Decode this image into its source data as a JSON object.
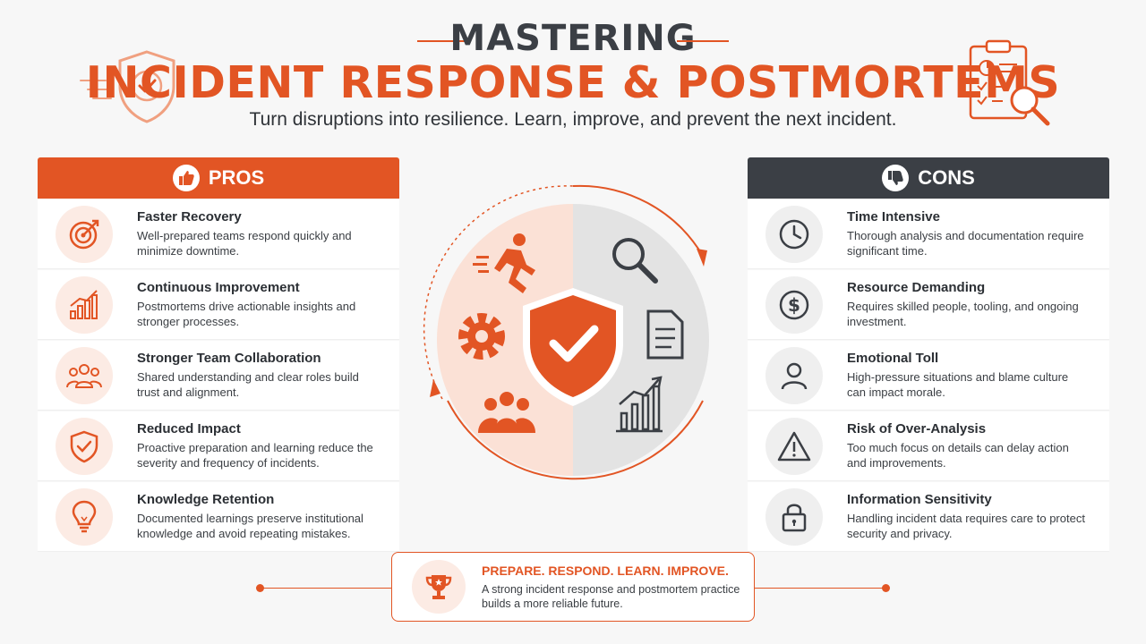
{
  "header": {
    "eyebrow": "MASTERING",
    "title": "INCIDENT RESPONSE & POSTMORTEMS",
    "subtitle": "Turn disruptions into resilience. Learn, improve, and prevent the next incident."
  },
  "colors": {
    "accent": "#e25524",
    "dark": "#3b3f45",
    "accent_tint": "#fcebe4",
    "gray_tint": "#efefef"
  },
  "pros": {
    "label": "PROS",
    "icon": "thumbs-up-icon",
    "items": [
      {
        "title": "Faster Recovery",
        "desc": "Well-prepared teams respond quickly and minimize downtime.",
        "icon": "target-icon"
      },
      {
        "title": "Continuous Improvement",
        "desc": "Postmortems drive actionable insights and stronger processes.",
        "icon": "growth-chart-icon"
      },
      {
        "title": "Stronger Team Collaboration",
        "desc": "Shared understanding and clear roles build trust and alignment.",
        "icon": "team-icon"
      },
      {
        "title": "Reduced Impact",
        "desc": "Proactive preparation and learning reduce the severity and frequency of incidents.",
        "icon": "shield-check-icon"
      },
      {
        "title": "Knowledge Retention",
        "desc": "Documented learnings preserve institutional knowledge and avoid repeating mistakes.",
        "icon": "lightbulb-icon"
      }
    ]
  },
  "cons": {
    "label": "CONS",
    "icon": "thumbs-down-icon",
    "items": [
      {
        "title": "Time Intensive",
        "desc": "Thorough analysis and documentation require significant time.",
        "icon": "clock-icon"
      },
      {
        "title": "Resource Demanding",
        "desc": "Requires skilled people, tooling, and ongoing investment.",
        "icon": "dollar-icon"
      },
      {
        "title": "Emotional Toll",
        "desc": "High-pressure situations and blame culture can impact morale.",
        "icon": "person-icon"
      },
      {
        "title": "Risk of Over-Analysis",
        "desc": "Too much focus on details can delay action and improvements.",
        "icon": "warning-icon"
      },
      {
        "title": "Information Sensitivity",
        "desc": "Handling incident data requires care to protect security and privacy.",
        "icon": "lock-icon"
      }
    ]
  },
  "footer": {
    "title": "PREPARE. RESPOND. LEARN. IMPROVE.",
    "desc": "A strong incident response and postmortem practice builds a more reliable future.",
    "icon": "trophy-icon"
  }
}
